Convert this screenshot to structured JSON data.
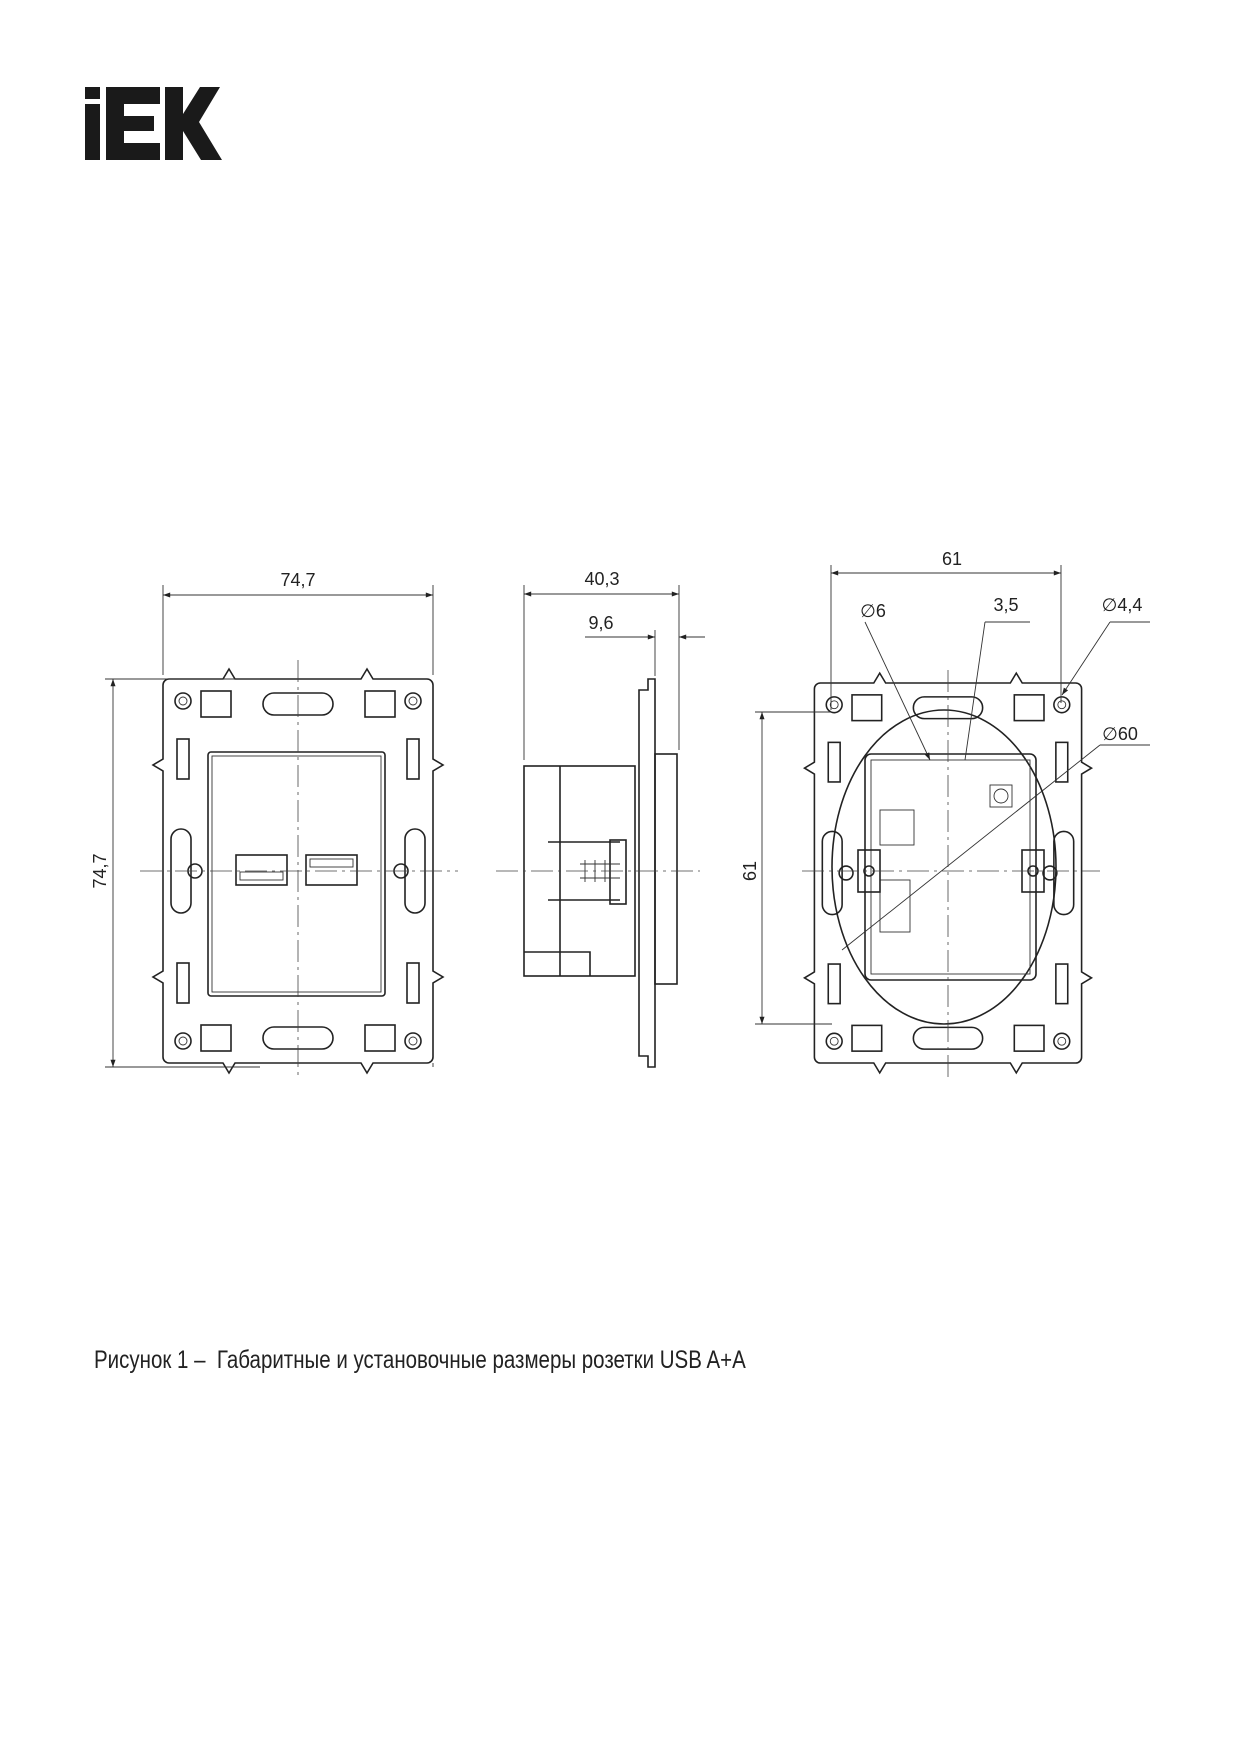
{
  "logo": {
    "text": "IEK"
  },
  "views": {
    "front": {
      "width_label": "74,7",
      "height_label": "74,7"
    },
    "side": {
      "depth_label": "40,3",
      "front_depth_label": "9,6"
    },
    "back": {
      "width_label": "61",
      "height_label": "61",
      "hole_label": "∅6",
      "slot_label": "3,5",
      "screw_hole_label": "∅4,4",
      "box_label": "∅60"
    }
  },
  "caption": {
    "figure": "Рисунок 1 –",
    "text": "Габаритные и установочные размеры розетки USB A+A"
  }
}
